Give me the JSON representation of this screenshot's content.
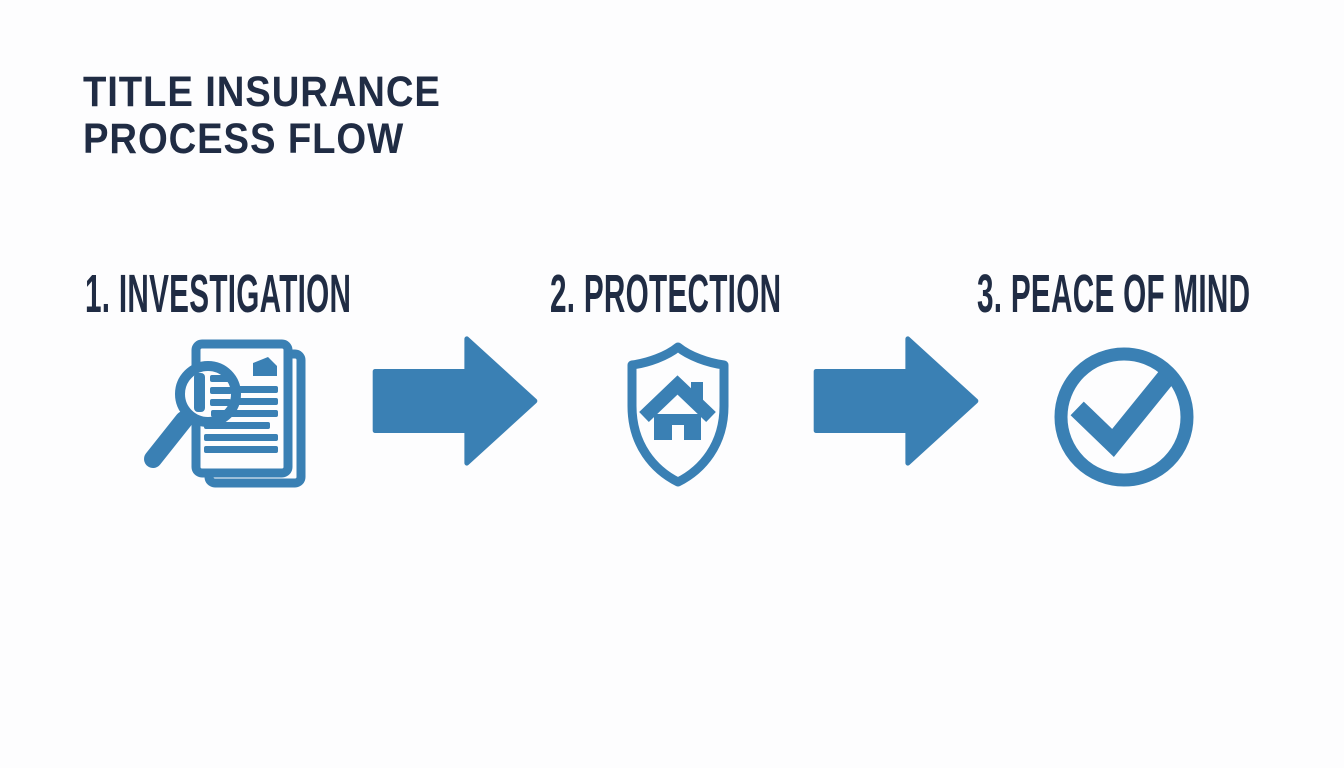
{
  "header": {
    "title_line1": "TITLE INSURANCE",
    "title_line2": "PROCESS FLOW"
  },
  "steps": [
    {
      "label": "1. INVESTIGATION",
      "icon": "magnifier-documents-icon"
    },
    {
      "label": "2. PROTECTION",
      "icon": "shield-house-icon"
    },
    {
      "label": "3. PEACE OF MIND",
      "icon": "check-circle-icon"
    }
  ],
  "connectors": [
    {
      "icon": "arrow-right-icon"
    },
    {
      "icon": "arrow-right-icon"
    }
  ],
  "colors": {
    "accent_blue": "#3A80B4",
    "heading_navy": "#202C44",
    "background": "#FDFDFE"
  }
}
